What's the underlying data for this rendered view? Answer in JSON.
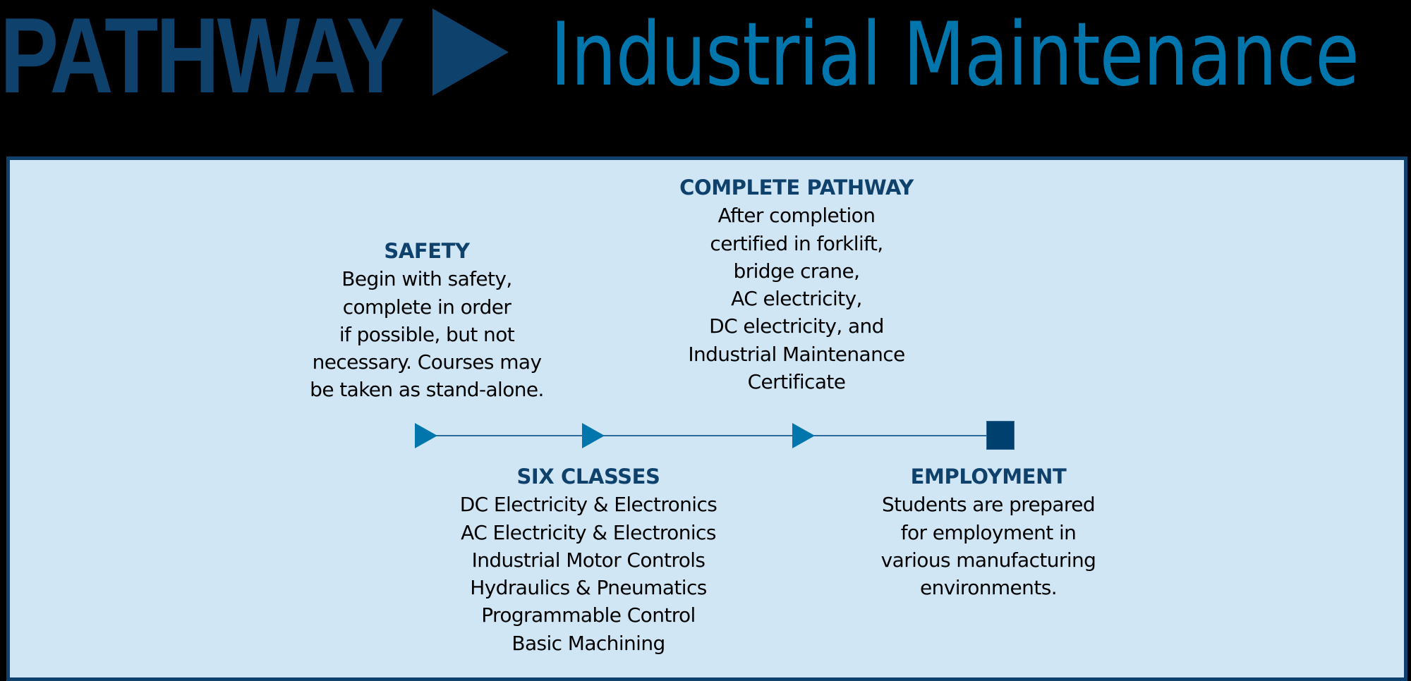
{
  "colors": {
    "dark": "#0f416d",
    "dark2": "#00406e",
    "light": "#0076ad",
    "panel_bg": "#d1e6f5",
    "background": "#000000"
  },
  "header": {
    "label": "PATHWAY",
    "arrow_icon": "play-triangle",
    "title": "Industrial Maintenance"
  },
  "timeline": {
    "markers": [
      {
        "type": "triangle",
        "name": "safety-marker"
      },
      {
        "type": "triangle",
        "name": "six-classes-marker"
      },
      {
        "type": "triangle",
        "name": "complete-pathway-marker"
      },
      {
        "type": "square",
        "name": "employment-marker"
      }
    ]
  },
  "stages": {
    "safety": {
      "heading": "SAFETY",
      "lines": [
        "Begin with safety,",
        "complete in order",
        "if possible, but not",
        "necessary. Courses may",
        "be taken as stand-alone."
      ]
    },
    "six_classes": {
      "heading": "SIX CLASSES",
      "lines": [
        "DC Electricity & Electronics",
        "AC Electricity & Electronics",
        "Industrial Motor Controls",
        "Hydraulics & Pneumatics",
        "Programmable Control",
        "Basic Machining"
      ]
    },
    "complete_pathway": {
      "heading": "COMPLETE PATHWAY",
      "lines": [
        "After completion",
        "certified in forklift,",
        "bridge crane,",
        "AC electricity,",
        "DC electricity, and",
        "Industrial Maintenance",
        "Certificate"
      ]
    },
    "employment": {
      "heading": "EMPLOYMENT",
      "lines": [
        "Students are prepared",
        "for employment in",
        "various manufacturing",
        "environments."
      ]
    }
  }
}
